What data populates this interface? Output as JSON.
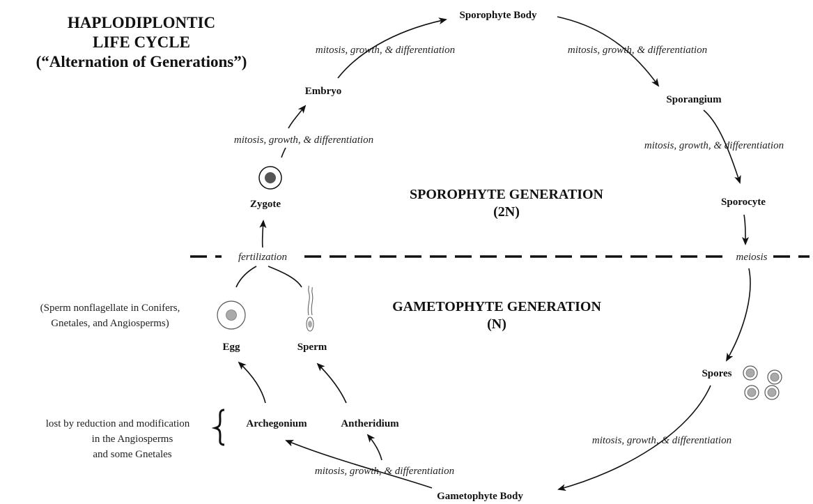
{
  "title": {
    "line1": "HAPLODIPLONTIC",
    "line2": "LIFE CYCLE",
    "line3": "(“Alternation of Generations”)"
  },
  "generations": {
    "sporophyte": {
      "name": "SPOROPHYTE GENERATION",
      "ploidy": "(2N)"
    },
    "gametophyte": {
      "name": "GAMETOPHYTE GENERATION",
      "ploidy": "(N)"
    }
  },
  "stages": {
    "sporophyte_body": "Sporophyte Body",
    "sporangium": "Sporangium",
    "sporocyte": "Sporocyte",
    "spores": "Spores",
    "gametophyte_body": "Gametophyte Body",
    "archegonium": "Archegonium",
    "antheridium": "Antheridium",
    "egg": "Egg",
    "sperm": "Sperm",
    "zygote": "Zygote",
    "embryo": "Embryo"
  },
  "processes": {
    "mgd_embryo_to_sporophyte": "mitosis, growth, & differentiation",
    "mgd_sporophyte_to_sporangium": "mitosis, growth, & differentiation",
    "mgd_sporangium_to_sporocyte": "mitosis, growth, & differentiation",
    "mgd_zygote_to_embryo": "mitosis, growth, & differentiation",
    "mgd_spores_to_gametophyte": "mitosis, growth, & differentiation",
    "mgd_gametophyte_to_gametangia": "mitosis, growth, & differentiation",
    "fertilization": "fertilization",
    "meiosis": "meiosis"
  },
  "notes": {
    "sperm_line1": "(Sperm nonflagellate in Conifers,",
    "sperm_line2": "Gnetales, and Angiosperms)",
    "lost_line1": "lost by reduction and modification",
    "lost_line2": "in the Angiosperms",
    "lost_line3": "and some Gnetales"
  }
}
